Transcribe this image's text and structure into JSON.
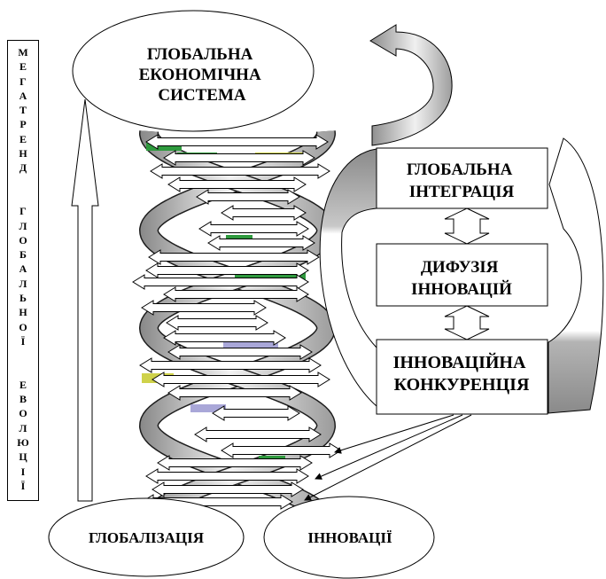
{
  "megatrend_label": "МЕГАТРЕНД ГЛОБАЛЬНОЇ ЕВОЛЮЦІЇ",
  "top_ellipse": {
    "lines": [
      "ГЛОБАЛЬНА",
      "ЕКОНОМІЧНА",
      "СИСТЕМА"
    ]
  },
  "boxes": [
    {
      "lines": [
        "ГЛОБАЛЬНА",
        "ІНТЕГРАЦІЯ"
      ]
    },
    {
      "lines": [
        "ДИФУЗІЯ",
        "ІННОВАЦІЙ"
      ]
    },
    {
      "lines": [
        "ІННОВАЦІЙНА",
        "КОНКУРЕНЦІЯ"
      ]
    }
  ],
  "bottom_ellipses": [
    {
      "label": "ГЛОБАЛІЗАЦІЯ"
    },
    {
      "label": "ІННОВАЦІЇ"
    }
  ],
  "colors": {
    "helix_green": "#2f9a3e",
    "helix_yellow": "#cfd24a",
    "helix_lavender": "#a9a7d8"
  }
}
